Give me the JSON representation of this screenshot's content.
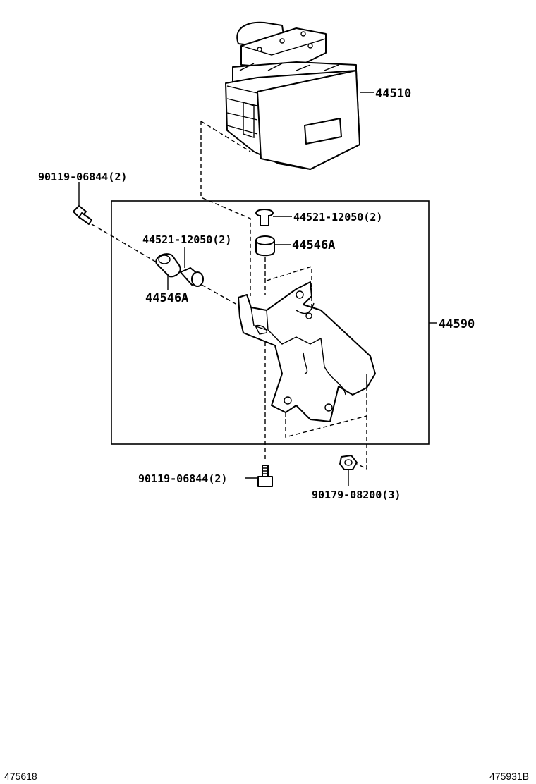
{
  "callouts": {
    "abs_actuator": "44510",
    "bracket": "44590",
    "bolt_upper_left": "90119-06844(2)",
    "collar_upper_right": "44521-12050(2)",
    "cushion_upper_right": "44546A",
    "collar_left": "44521-12050(2)",
    "cushion_left": "44546A",
    "bolt_bottom": "90119-06844(2)",
    "nut_bottom": "90179-08200(3)"
  },
  "footer": {
    "left_code": "475618",
    "right_code": "475931B"
  }
}
